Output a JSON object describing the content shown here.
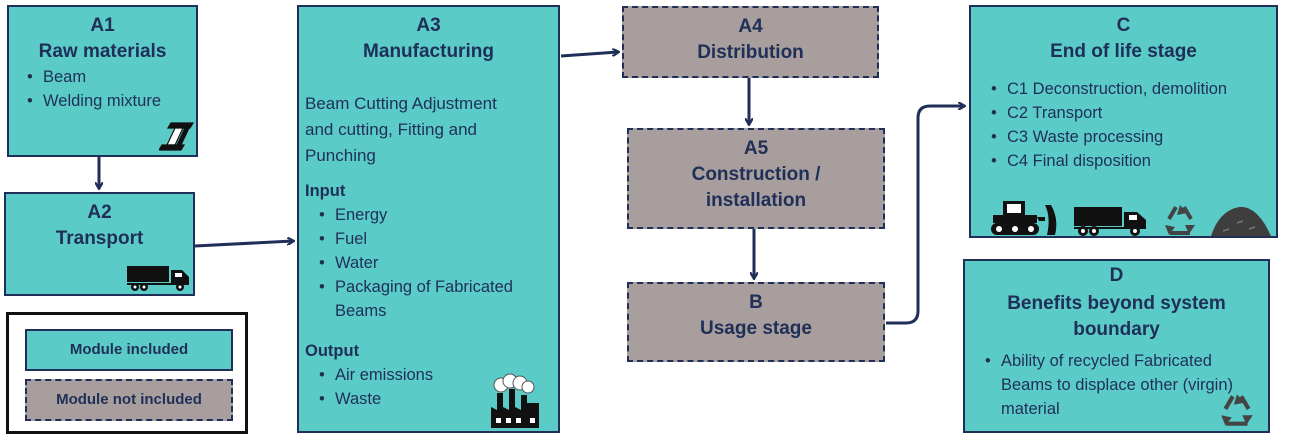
{
  "modules": {
    "a1": {
      "code": "A1",
      "title": "Raw materials",
      "items": [
        "Beam",
        "Welding mixture"
      ]
    },
    "a2": {
      "code": "A2",
      "title": "Transport"
    },
    "a3": {
      "code": "A3",
      "title": "Manufacturing",
      "description": [
        "Beam Cutting Adjustment",
        "and cutting, Fitting and",
        "Punching"
      ],
      "input_label": "Input",
      "inputs": [
        "Energy",
        "Fuel",
        "Water",
        "Packaging of Fabricated Beams"
      ],
      "output_label": "Output",
      "outputs": [
        "Air emissions",
        "Waste"
      ]
    },
    "a4": {
      "code": "A4",
      "title": "Distribution"
    },
    "a5": {
      "code": "A5",
      "title_lines": [
        "Construction /",
        "installation"
      ]
    },
    "b": {
      "code": "B",
      "title": "Usage stage"
    },
    "c": {
      "code": "C",
      "title": "End of life stage",
      "items": [
        "C1 Deconstruction, demolition",
        "C2 Transport",
        "C3 Waste processing",
        "C4 Final disposition"
      ]
    },
    "d": {
      "code": "D",
      "title_lines": [
        "Benefits beyond system",
        "boundary"
      ],
      "items": [
        "Ability of recycled Fabricated Beams to displace other (virgin) material"
      ]
    }
  },
  "legend": {
    "included": "Module included",
    "not_included": "Module not included"
  },
  "colors": {
    "included": "#5bcbc8",
    "not_included": "#a79e9d",
    "border": "#1f2f57"
  },
  "icons": [
    "steel-beam-icon",
    "truck-icon",
    "factory-icon",
    "bulldozer-icon",
    "recycle-icon",
    "waste-pile-icon"
  ]
}
